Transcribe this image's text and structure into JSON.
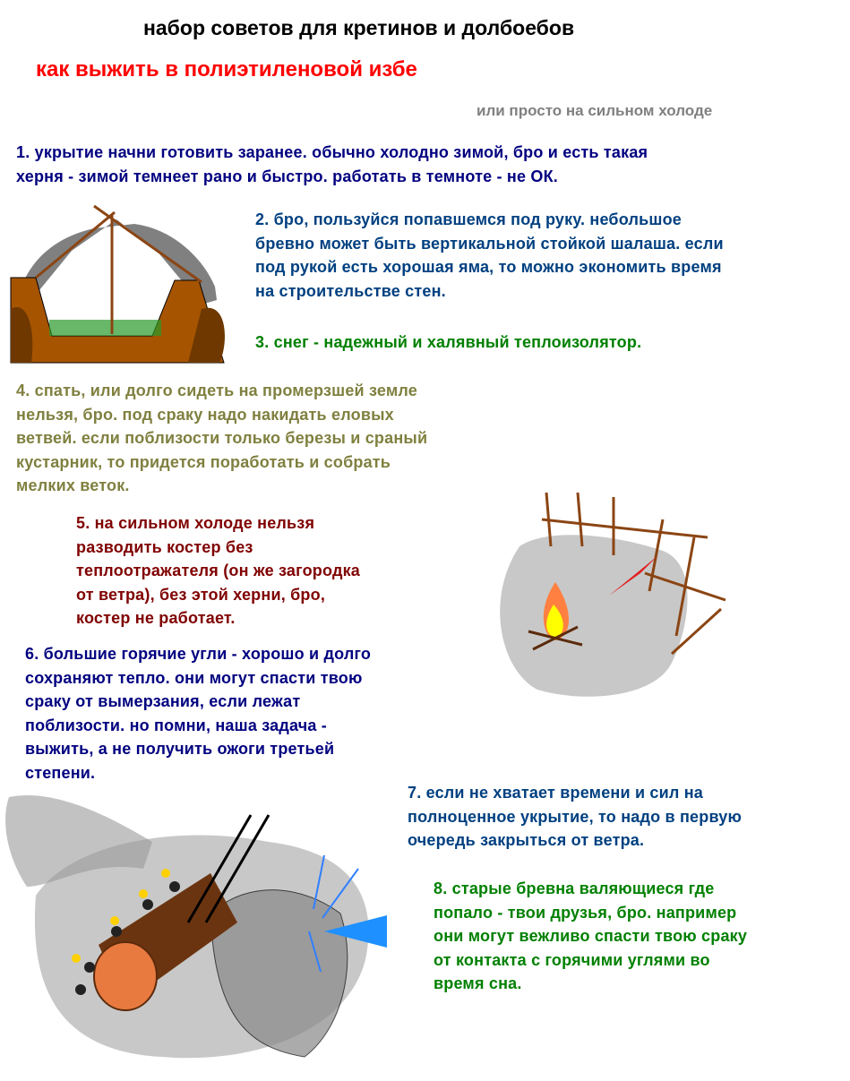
{
  "title": "набор советов для кретинов и долбоебов",
  "subtitle": "как выжить в полиэтиленовой избе",
  "subtitle2": "или просто на сильном холоде",
  "tips": [
    {
      "text": "1. укрытие начни готовить заранее. обычно холодно зимой, бро и есть такая\nхерня - зимой темнеет рано и быстро. работать в темноте - не ОК.",
      "color": "#000080"
    },
    {
      "text": "2. бро, пользуйся попавшемся под руку. небольшое\nбревно может быть вертикальной стойкой шалаша. если\nпод рукой есть хорошая яма, то можно экономить время\nна строительстве стен.",
      "color": "#004080"
    },
    {
      "text": "3. снег - надежный и халявный теплоизолятор.",
      "color": "#008000"
    },
    {
      "text": "4. спать, или долго сидеть на промерзшей земле\nнельзя, бро. под сраку надо накидать еловых\nветвей. если поблизости только березы и сраный\nкустарник, то придется поработать и собрать\nмелких веток.",
      "color": "#808040"
    },
    {
      "text": "5. на сильном холоде нельзя\nразводить костер без\nтеплоотражателя (он же загородка\nот ветра), без этой херни, бро,\nкостер не работает.",
      "color": "#800000"
    },
    {
      "text": "6. большие горячие угли - хорошо и долго\nсохраняют тепло. они могут спасти твою\nсраку от вымерзания, если лежат\nпоблизости. но помни, наша задача -\nвыжить, а не получить ожоги третьей\nстепени.",
      "color": "#000080"
    },
    {
      "text": "7. если не хватает времени и сил на\nполноценное укрытие, то надо в первую\nочередь закрыться от ветра.",
      "color": "#004080"
    },
    {
      "text": "8. старые бревна валяющиеся где\nпопало - твои друзья, бро. например\nони могут вежливо спасти твою сраку\nот контакта с горячими углями во\nвремя сна.",
      "color": "#008000"
    }
  ]
}
